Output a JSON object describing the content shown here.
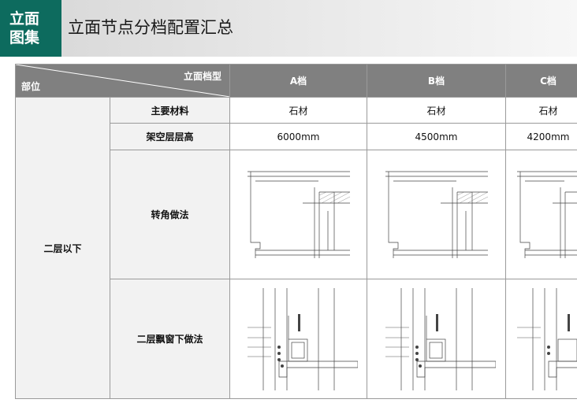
{
  "header": {
    "badge_line1": "立面",
    "badge_line2": "图集",
    "title": "立面节点分档配置汇总"
  },
  "table": {
    "corner_top_right": "立面档型",
    "corner_bottom_left": "部位",
    "columns": [
      "A档",
      "B档",
      "C档"
    ],
    "region": "二层以下",
    "rows": [
      {
        "label": "主要材料",
        "values": [
          "石材",
          "石材",
          "石材"
        ]
      },
      {
        "label": "架空层层高",
        "values": [
          "6000mm",
          "4500mm",
          "4200mm"
        ]
      },
      {
        "label": "转角做法"
      },
      {
        "label": "二层飘窗下做法"
      }
    ]
  }
}
